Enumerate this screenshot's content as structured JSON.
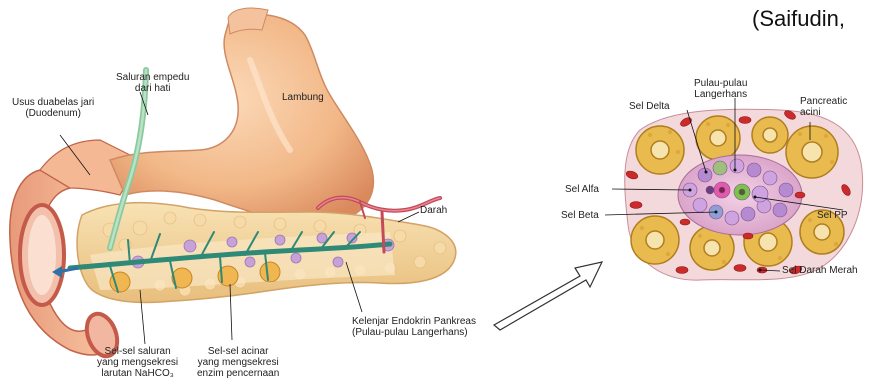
{
  "citation": "(Saifudin,",
  "labels": {
    "usus": "Usus duabelas jari\n(Duodenum)",
    "saluran_empedu": "Saluran empedu\ndari hati",
    "lambung": "Lambung",
    "darah": "Darah",
    "kelenjar": "Kelenjar Endokrin Pankreas\n(Pulau-pulau Langerhans)",
    "sel_saluran": "Sel-sel saluran\nyang mengsekresi\nlarutan NaHCO₃",
    "sel_acinar": "Sel-sel acinar\nyang mengsekresi\nenzim pencernaan",
    "pulau": "Pulau-pulau\nLangerhans",
    "sel_delta": "Sel Delta",
    "pancreatic": "Pancreatic\nacini",
    "sel_alfa": "Sel Alfa",
    "sel_beta": "Sel Beta",
    "sel_pp": "Sel PP",
    "sel_darah_merah": "Sel Darah Merah"
  },
  "colors": {
    "stomach": "#f2b888",
    "pancreas": "#f4d49c",
    "duct": "#2e8a76",
    "vessel": "#c44a5a",
    "acini": "#d4a43a",
    "islet": "#e6b3d6",
    "blood_cell": "#cc2b2b"
  }
}
